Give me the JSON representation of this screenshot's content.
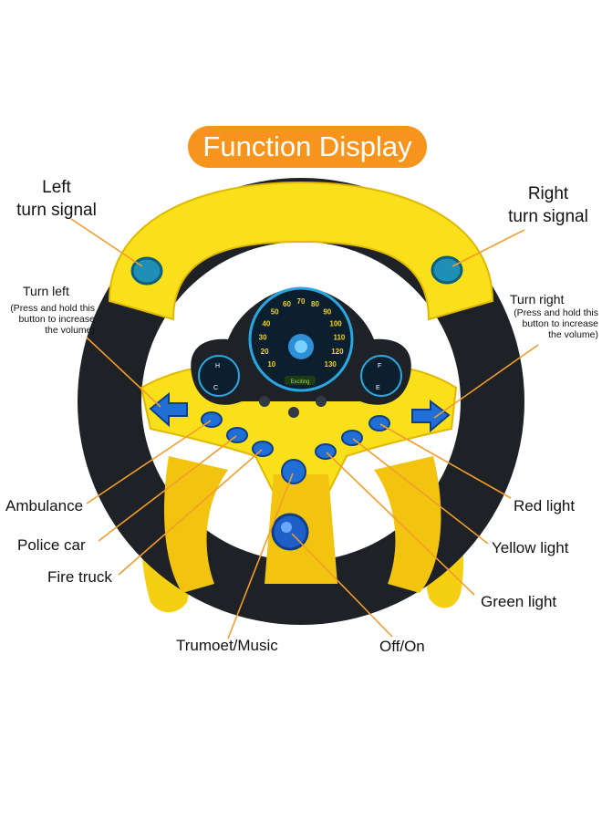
{
  "title": "Function Display",
  "labels": {
    "left_turn_signal": [
      "Left",
      "turn signal"
    ],
    "right_turn_signal": [
      "Right",
      "turn signal"
    ],
    "turn_left": "Turn left",
    "turn_left_note": [
      "(Press and hold this",
      "button to increase",
      "the volume)"
    ],
    "turn_right": "Turn right",
    "turn_right_note": [
      "(Press and hold this",
      "button to increase",
      "the volume)"
    ],
    "ambulance": "Ambulance",
    "police_car": "Police car",
    "fire_truck": "Fire truck",
    "trumpet_music": "Trumoet/Music",
    "off_on": "Off/On",
    "red_light": "Red light",
    "yellow_light": "Yellow light",
    "green_light": "Green light"
  },
  "speedometer": {
    "ticks": [
      "10",
      "20",
      "30",
      "40",
      "50",
      "60",
      "70",
      "80",
      "90",
      "100",
      "110",
      "120",
      "130"
    ],
    "badge": "Exciting"
  },
  "gauges": {
    "left": [
      "H",
      "C"
    ],
    "right": [
      "F",
      "E"
    ]
  },
  "colors": {
    "accent": "#f7941d",
    "wheel_yellow": "#f9e01b",
    "wheel_black": "#1e2226",
    "button_blue": "#1f6fd6",
    "leader_line": "#f39c2b"
  }
}
